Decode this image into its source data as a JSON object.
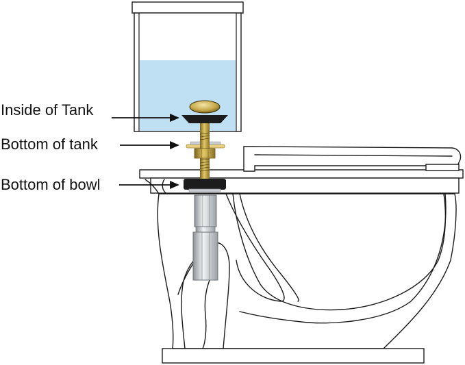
{
  "labels": {
    "inside_of_tank": "Inside of Tank",
    "bottom_of_tank": "Bottom of tank",
    "bottom_of_bowl": "Bottom of bowl"
  },
  "colors": {
    "water": "#bfe0f2",
    "brass": "#b89a3c",
    "brass_dark": "#7a6420",
    "rubber": "#1c1c1c",
    "steel": "#c9ccd0",
    "outline": "#1a1a1a"
  }
}
